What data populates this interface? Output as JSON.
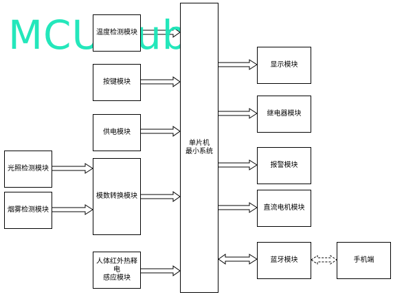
{
  "watermark": "MCUclub",
  "center": "单片机\n最小系统",
  "left_modules": {
    "temperature": "温度检测模块",
    "keys": "按键模块",
    "power": "供电模块",
    "adc": "模数转换模块",
    "pir": "人体红外热释电\n感应模块"
  },
  "sensor_modules": {
    "light": "光照检测模块",
    "smoke": "烟雾检测模块"
  },
  "right_modules": {
    "display": "显示模块",
    "relay": "继电器模块",
    "alarm": "报警模块",
    "dc_motor": "直流电机模块",
    "bluetooth": "蓝牙模块"
  },
  "phone": "手机端",
  "colors": {
    "watermark": "#19e6b8",
    "line": "#000000"
  }
}
